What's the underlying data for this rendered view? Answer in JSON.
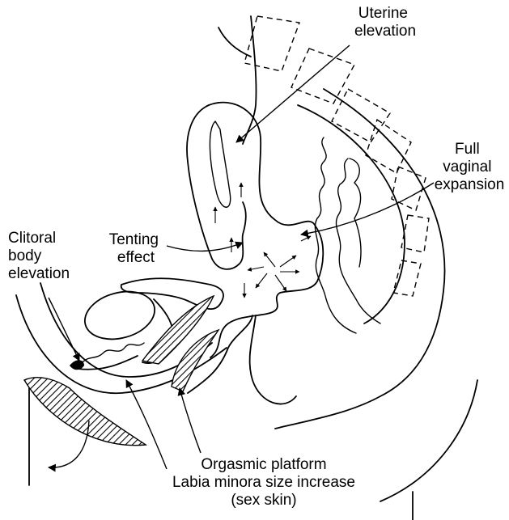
{
  "labels": {
    "uterine_elevation": [
      "Uterine",
      "elevation"
    ],
    "full_vaginal_expansion": [
      "Full",
      "vaginal",
      "expansion"
    ],
    "clitoral_body_elevation": [
      "Clitoral",
      "body",
      "elevation"
    ],
    "tenting_effect": [
      "Tenting",
      "effect"
    ],
    "orgasmic_platform": "Orgasmic platform",
    "labia_minora": "Labia minora size increase",
    "sex_skin": "(sex skin)"
  }
}
